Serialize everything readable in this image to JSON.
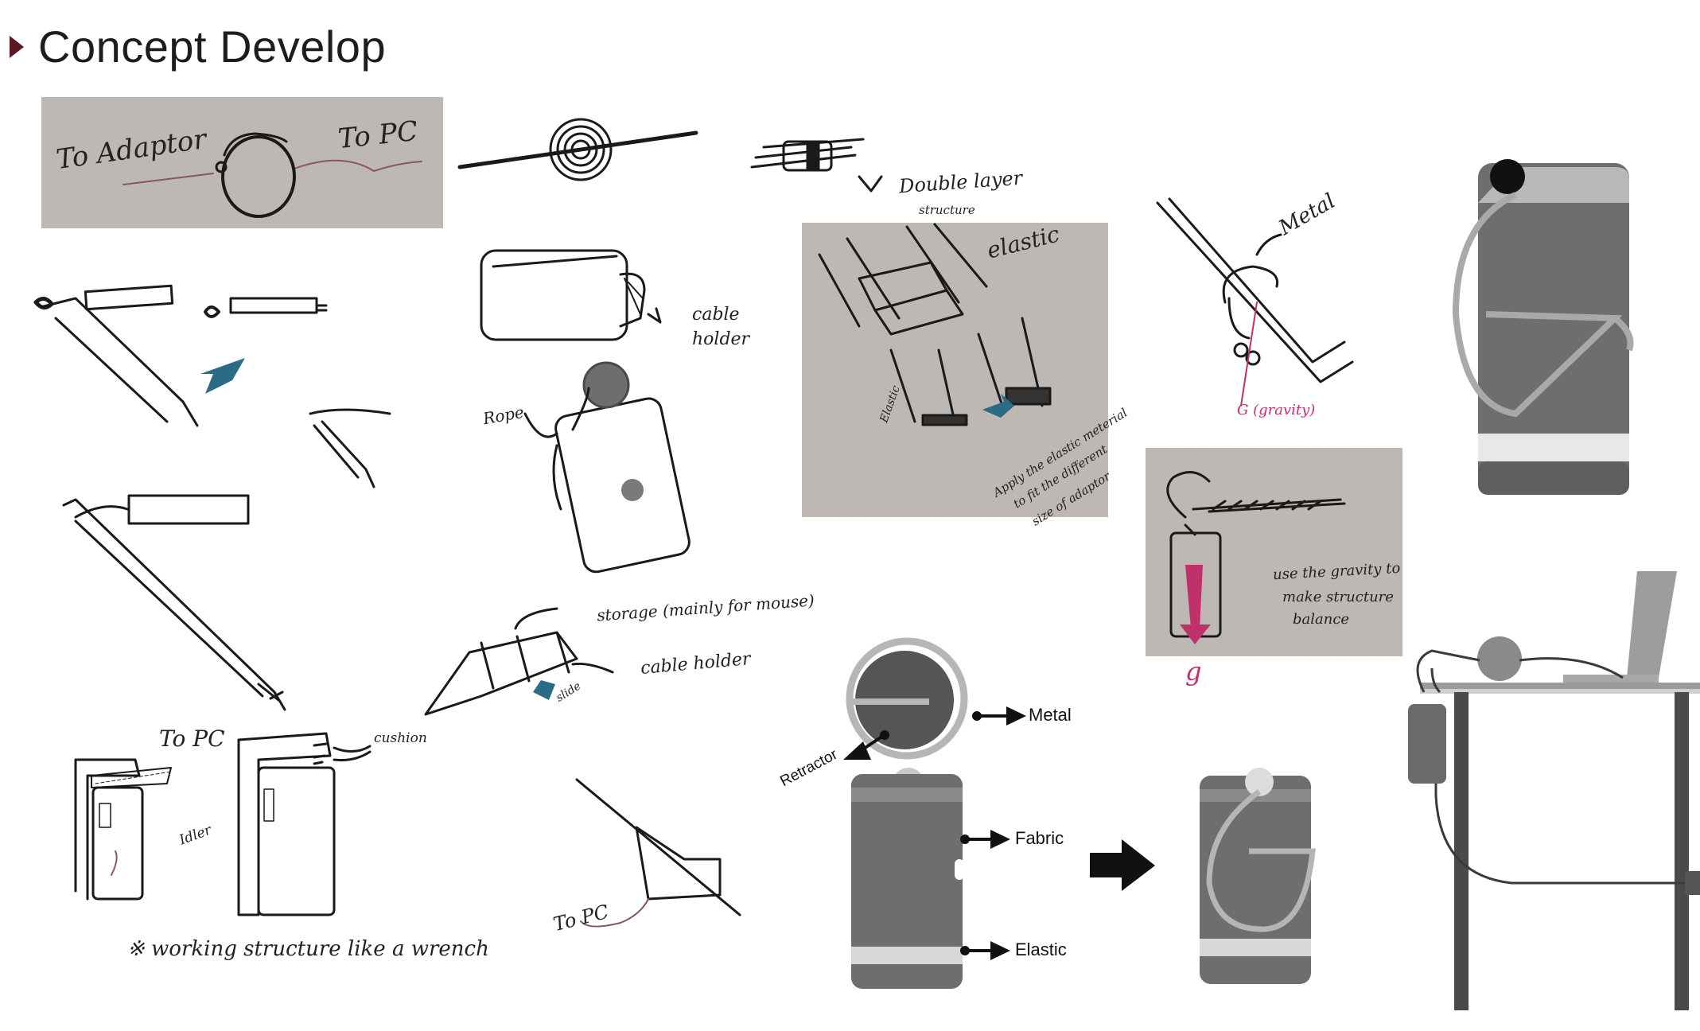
{
  "title": "Concept Develop",
  "sketches": {
    "to_adaptor": "To Adaptor",
    "to_pc_top": "To PC",
    "double_layer": "Double layer",
    "structure": "structure",
    "elastic": "elastic",
    "elastic_small": "Elastic",
    "apply_note_1": "Apply the elastic meterial",
    "apply_note_2": "to fit the different",
    "apply_note_3": "size of adaptor",
    "metal_hand": "Metal",
    "gravity_label": "G (gravity)",
    "cable_holder_1": "cable",
    "cable_holder_2": "holder",
    "rope": "Rope",
    "storage": "storage (mainly for mouse)",
    "cable_holder_b": "cable holder",
    "slide": "slide",
    "to_pc_left": "To PC",
    "cushion": "cushion",
    "idler": "Idler",
    "wrench_note": "※ working structure like a wrench",
    "to_pc_bottom": "To PC",
    "gravity_note_1": "use the gravity to",
    "gravity_note_2": "make structure",
    "gravity_note_3": "balance",
    "g_label": "g"
  },
  "product_labels": {
    "metal": "Metal",
    "retractor": "Retractor",
    "fabric": "Fabric",
    "elastic": "Elastic"
  },
  "colors": {
    "panel": "#bdb8b3",
    "accent_triangle": "#5a1a22",
    "pink": "#c0306b",
    "blue_arrow": "#2a6c86",
    "fabric_dark": "#6b6b6b"
  }
}
